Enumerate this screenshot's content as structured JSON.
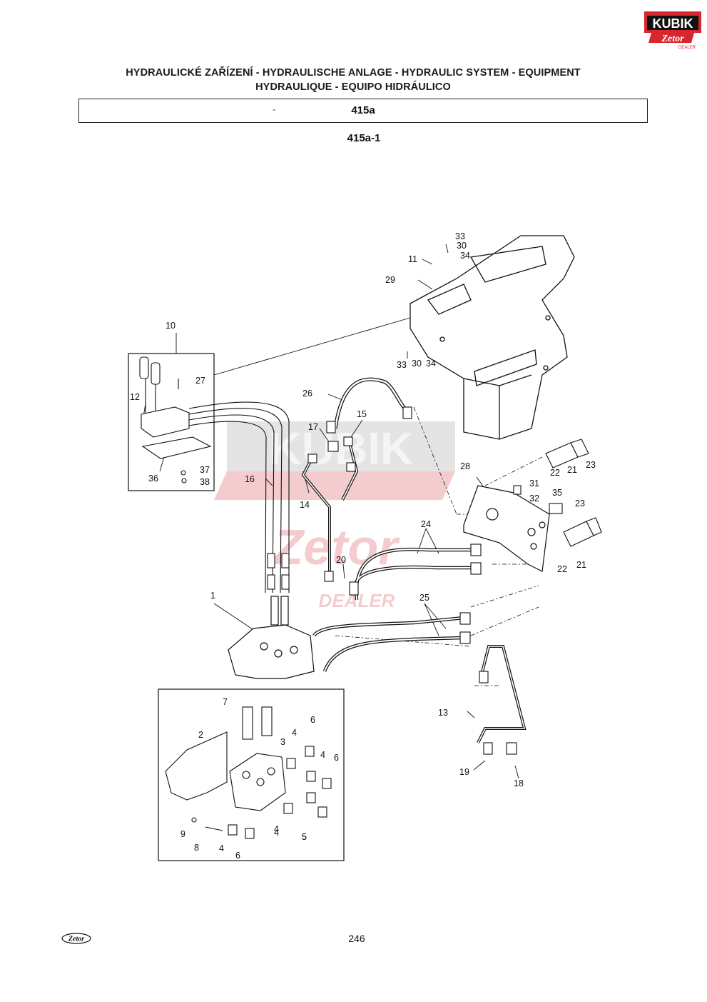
{
  "header": {
    "logo_text": "KUBIK",
    "logo_sub": "Zetor",
    "logo_dealer": "DEALER",
    "title_line1": "HYDRAULICKÉ ZAŘÍZENÍ - HYDRAULISCHE ANLAGE - HYDRAULIC SYSTEM - EQUIPMENT",
    "title_line2": "HYDRAULIQUE - EQUIPO HIDRÁULICO"
  },
  "section": {
    "dash": "-",
    "code": "415a",
    "subcode": "415a-1"
  },
  "watermark": {
    "text": "KUBIK",
    "sub": "Zetor",
    "dealer": "DEALER"
  },
  "callouts": [
    "1",
    "2",
    "3",
    "4",
    "4",
    "4",
    "4",
    "4",
    "5",
    "5",
    "6",
    "6",
    "6",
    "7",
    "8",
    "9",
    "10",
    "11",
    "12",
    "13",
    "14",
    "15",
    "16",
    "17",
    "18",
    "19",
    "20",
    "21",
    "21",
    "22",
    "22",
    "23",
    "23",
    "24",
    "25",
    "26",
    "27",
    "28",
    "29",
    "30",
    "30",
    "31",
    "32",
    "33",
    "33",
    "34",
    "34",
    "35",
    "36",
    "37",
    "38"
  ],
  "footer": {
    "logo": "Zetor",
    "page": "246"
  },
  "colors": {
    "logo_red": "#d7262e",
    "watermark_red": "#f4c7c9",
    "watermark_gray": "#e2e2e2"
  }
}
